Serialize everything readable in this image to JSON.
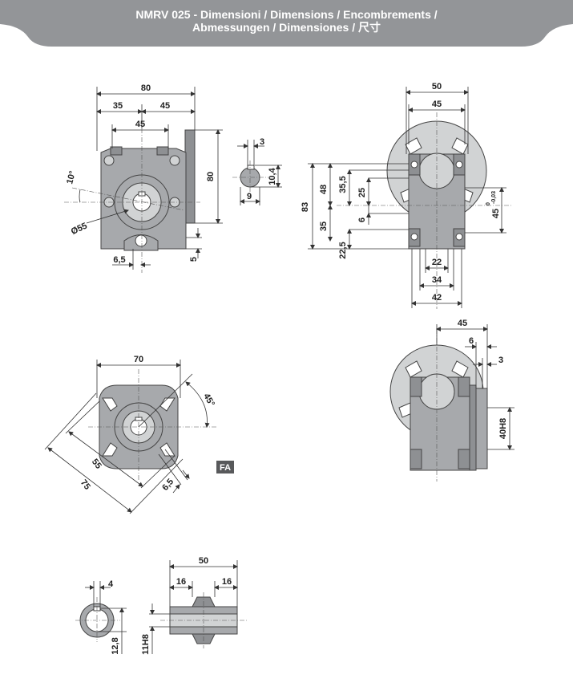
{
  "header": {
    "line1": "NMRV 025 - Dimensioni / Dimensions / Encombrements /",
    "line2": "Abmessungen / Dimensiones / 尺寸",
    "color": "#939598"
  },
  "view_front": {
    "d_80_top": "80",
    "d_35": "35",
    "d_45a": "45",
    "d_45b": "45",
    "d_80_right": "80",
    "d_10deg": "10°",
    "d_dia55": "Ø55",
    "d_6_5": "6,5",
    "d_5": "5"
  },
  "key_detail": {
    "d_3": "3",
    "d_10_4": "10,4",
    "d_9": "9"
  },
  "view_side": {
    "d_50": "50",
    "d_45": "45",
    "d_83": "83",
    "d_48": "48",
    "d_35_5": "35,5",
    "d_25": "25",
    "d_35": "35",
    "d_6": "6",
    "d_22_5": "22,5",
    "d_45_tol": "45",
    "d_tol_upper": "0",
    "d_tol_lower": "-0,03",
    "d_22": "22",
    "d_34": "34",
    "d_42": "42"
  },
  "view_flange": {
    "d_70": "70",
    "d_45deg": "45°",
    "d_55": "55",
    "d_75": "75",
    "d_6_5": "6,5"
  },
  "badge": {
    "label": "FA"
  },
  "view_side_fa": {
    "d_45": "45",
    "d_6": "6",
    "d_3": "3",
    "d_40h8": "40H8"
  },
  "shaft_section": {
    "d_4": "4",
    "d_12_8": "12,8"
  },
  "hollow_shaft": {
    "d_50": "50",
    "d_16a": "16",
    "d_16b": "16",
    "d_11h8": "11H8"
  }
}
